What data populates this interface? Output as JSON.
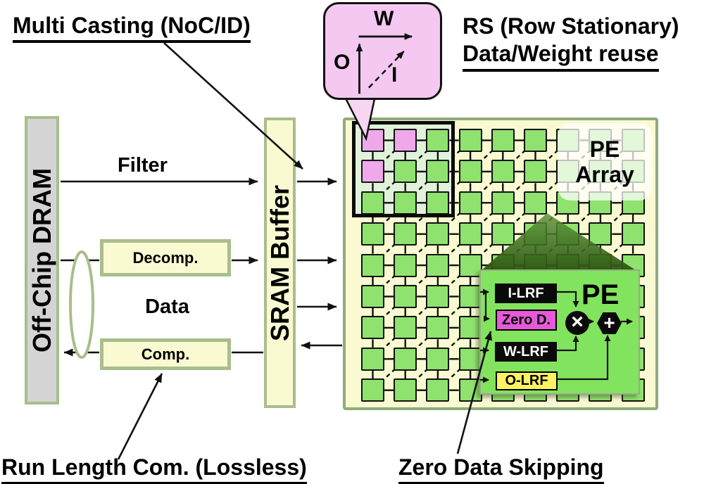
{
  "labels": {
    "multi_casting": "Multi Casting (NoC/ID)",
    "rs_line1": "RS (Row Stationary)",
    "rs_line2": "Data/Weight reuse",
    "run_length": "Run Length Com. (Lossless)",
    "zero_skipping": "Zero Data Skipping"
  },
  "dram": {
    "label": "Off-Chip DRAM"
  },
  "sram": {
    "label": "SRAM Buffer"
  },
  "flows": {
    "filter": "Filter",
    "data": "Data"
  },
  "codec": {
    "decompress": "Decomp.",
    "compress": "Comp."
  },
  "dataflow_bubble": {
    "weight": "W",
    "output": "O",
    "input": "I"
  },
  "pe_array": {
    "label_line1": "PE",
    "label_line2": "Array",
    "rows": 9,
    "cols": 9,
    "pink_cells": [
      [
        0,
        0
      ],
      [
        0,
        1
      ],
      [
        1,
        0
      ]
    ],
    "highlight_rows": 3,
    "highlight_cols": 3
  },
  "pe_detail": {
    "title": "PE",
    "registers": [
      {
        "label": "I-LRF",
        "bg": "#0a0a0a",
        "fg": "#ffffff"
      },
      {
        "label": "Zero D.",
        "bg": "#E659D8",
        "fg": "#000000"
      },
      {
        "label": "W-LRF",
        "bg": "#0a0a0a",
        "fg": "#ffffff"
      },
      {
        "label": "O-LRF",
        "bg": "#FDF263",
        "fg": "#000000"
      }
    ],
    "multiply_symbol": "×",
    "add_symbol": "+"
  },
  "colors": {
    "pe_green": "#8FE26E",
    "pe_pink": "#EFA9EA",
    "array_bg": "#FAFAD2",
    "array_border": "#90AB7C",
    "olive_border": "#A8BE8C",
    "cream": "#FAFAD2",
    "dram_gray": "#D4D4D4",
    "highlight_bg": "#E1F2DB",
    "bubble_pink": "#F4C8F0",
    "inset_green": "#82E45E",
    "zero_magenta": "#E659D8",
    "olrf_yellow": "#FDF263",
    "wire_black": "#111111"
  }
}
